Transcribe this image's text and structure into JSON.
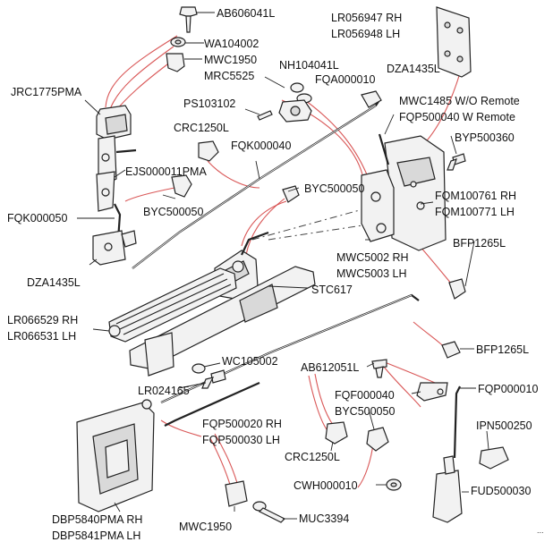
{
  "labels": {
    "ab606041l": "AB606041L",
    "wa104002": "WA104002",
    "mwc1950_top": "MWC1950",
    "mrc5525": "MRC5525",
    "nh104041l": "NH104041L",
    "fqa000010": "FQA000010",
    "dza1435l_top": "DZA1435L",
    "lr056947": "LR056947 RH",
    "lr056948": "LR056948 LH",
    "jrc1775pma": "JRC1775PMA",
    "ps103102": "PS103102",
    "crc1250l_top": "CRC1250L",
    "fqk000040": "FQK000040",
    "mwc1485": "MWC1485 W/O Remote",
    "fqp500040": "FQP500040 W Remote",
    "byp500360": "BYP500360",
    "ejs000011pma": "EJS000011PMA",
    "byc500050_a": "BYC500050",
    "byc500050_b": "BYC500050",
    "fqk000050": "FQK000050",
    "fqm100761": "FQM100761 RH",
    "fqm100771": "FQM100771 LH",
    "bfp1265l_a": "BFP1265L",
    "mwc5002": "MWC5002 RH",
    "mwc5003": "MWC5003 LH",
    "dza1435l_left": "DZA1435L",
    "stc617": "STC617",
    "lr066529": "LR066529 RH",
    "lr066531": "LR066531 LH",
    "bfp1265l_b": "BFP1265L",
    "wc105002": "WC105002",
    "ab612051l": "AB612051L",
    "lr024165": "LR024165",
    "fqf000040": "FQF000040",
    "fqp000010": "FQP000010",
    "byc500050_c": "BYC500050",
    "fqp500020": "FQP500020 RH",
    "fqp500030": "FQP500030 LH",
    "ipn500250": "IPN500250",
    "crc1250l_bottom": "CRC1250L",
    "cwh000010": "CWH000010",
    "fud500030": "FUD500030",
    "dbp5840pma": "DBP5840PMA RH",
    "dbp5841pma": "DBP5841PMA LH",
    "mwc1950_bottom": "MWC1950",
    "muc3394": "MUC3394"
  },
  "corner_mark": "...",
  "colors": {
    "line": "#222222",
    "part_fill": "#f2f2f2",
    "callout_red": "#d23a3a"
  }
}
